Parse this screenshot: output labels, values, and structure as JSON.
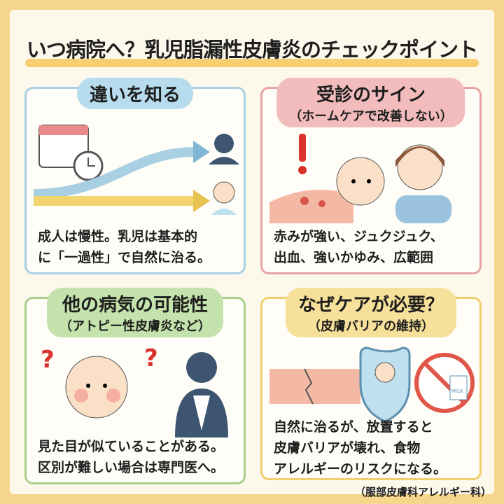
{
  "title": "いつ病院へ？乳児脂漏性皮膚炎のチェックポイント",
  "panels": [
    {
      "heading": "違いを知る",
      "subheading": "",
      "body": [
        "成人は慢性。乳児は基本的",
        "に「一過性」で自然に治る。"
      ],
      "color": "#a9cfe2",
      "pill_color": "#b7dcee"
    },
    {
      "heading": "受診のサイン",
      "subheading": "（ホームケアで改善しない）",
      "body": [
        "赤みが強い、ジュクジュク、",
        "出血、強いかゆみ、広範囲"
      ],
      "color": "#e6a3a3",
      "pill_color": "#f2bcbc"
    },
    {
      "heading": "他の病気の可能性",
      "subheading": "（アトピー性皮膚炎など）",
      "body": [
        "見た目が似ていることがある。",
        "区別が難しい場合は専門医へ。"
      ],
      "color": "#a8cf8e",
      "pill_color": "#c3e2ac"
    },
    {
      "heading": "なぜケアが必要？",
      "subheading": "（皮膚バリアの維持）",
      "body": [
        "自然に治るが、放置すると",
        "皮膚バリアが壊れ、食物",
        "アレルギーのリスクになる。"
      ],
      "color": "#efcf6e",
      "pill_color": "#f7e09a"
    }
  ],
  "milk_label": "MILK",
  "credit": "（服部皮膚科アレルギー科）"
}
